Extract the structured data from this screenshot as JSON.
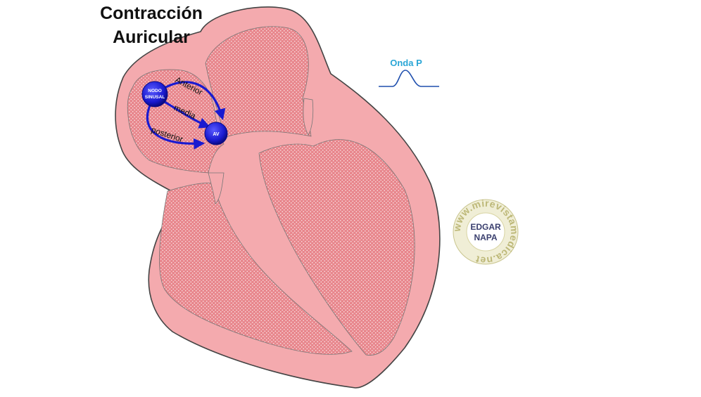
{
  "title": {
    "line1": "Contracción",
    "line2": "Auricular"
  },
  "nodes": {
    "sinus_line1": "NODO",
    "sinus_line2": "SINUSAL",
    "av": "AV"
  },
  "pathways": {
    "anterior": "Anterior",
    "media": "media",
    "posterior": "posterior"
  },
  "ecg": {
    "label": "Onda P"
  },
  "watermark": {
    "ring_text": "www.mirevistamedica.net",
    "name_line1": "EDGAR",
    "name_line2": "NAPA"
  },
  "colors": {
    "heart_wall": "#f4aaae",
    "heart_outline": "#444444",
    "chamber": "#e8878d",
    "node": "#1a1ad0",
    "pathway": "#1a1ad0",
    "ecg_line": "#1f4fae",
    "ecg_label": "#2aa6d6",
    "watermark_ring": "#ddd9a8",
    "watermark_text": "#3a3f6e"
  }
}
